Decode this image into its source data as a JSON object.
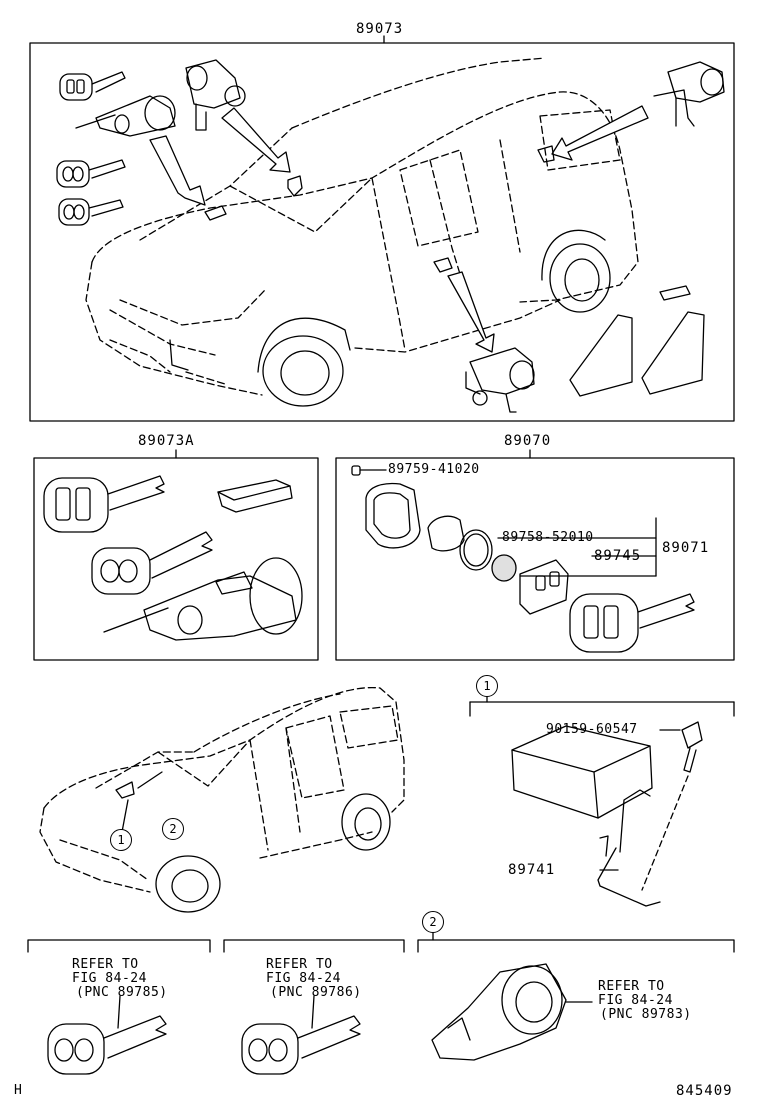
{
  "diagram_id": "845409",
  "corner_mark": "H",
  "groups": {
    "assembly_top": "89073",
    "kit_a": "89073A",
    "remote_kit": "89070"
  },
  "parts": {
    "p89759": "89759-41020",
    "p89758": "89758-52010",
    "p89745": "89745",
    "p89071": "89071",
    "p90159": "90159-60547",
    "p89741": "89741"
  },
  "callouts": {
    "c1": "1",
    "c2": "2"
  },
  "references": [
    {
      "line1": "REFER TO",
      "line2": "FIG 84-24",
      "line3": "(PNC 89785)"
    },
    {
      "line1": "REFER TO",
      "line2": "FIG 84-24",
      "line3": "(PNC 89786)"
    },
    {
      "line1": "REFER TO",
      "line2": "FIG 84-24",
      "line3": "(PNC 89783)"
    }
  ]
}
